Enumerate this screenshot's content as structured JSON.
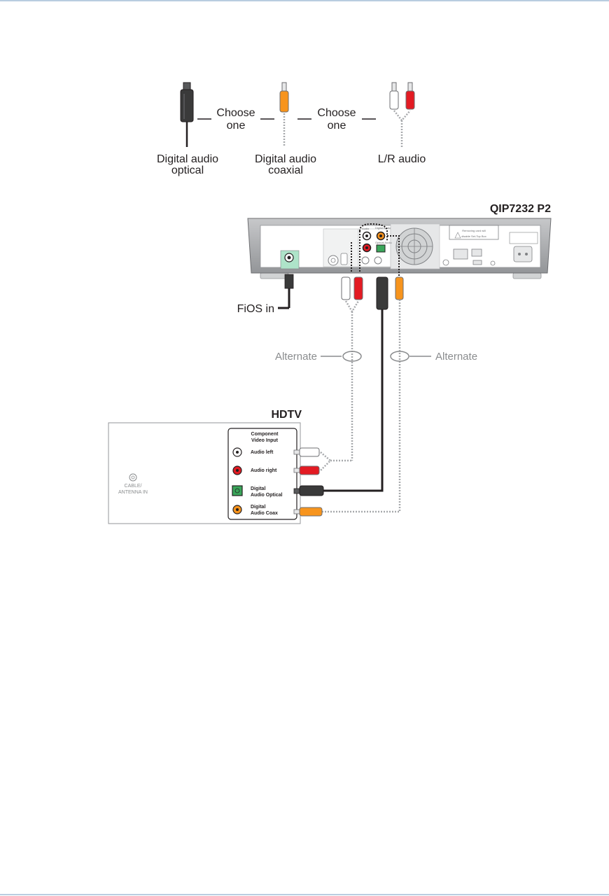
{
  "connectors": {
    "optical": {
      "label_line1": "Digital audio",
      "label_line2": "optical"
    },
    "coaxial": {
      "label_line1": "Digital audio",
      "label_line2": "coaxial"
    },
    "lr": {
      "label": "L/R audio"
    },
    "choose_1": {
      "line1": "Choose",
      "line2": "one"
    },
    "choose_2": {
      "line1": "Choose",
      "line2": "one"
    }
  },
  "set_top_box": {
    "model": "QIP7232 P2",
    "fios_label": "FiOS in",
    "warning_line1": "Removing card will",
    "warning_line2": "disable Set-Top Box",
    "port_labels": [
      "Audio",
      "Digital Audio",
      "Optical Audio"
    ]
  },
  "cables": {
    "alternate_left": "Alternate",
    "alternate_right": "Alternate"
  },
  "tv": {
    "title": "HDTV",
    "panel_title_line1": "Component",
    "panel_title_line2": "Video Input",
    "antenna_line1": "CABLE/",
    "antenna_line2": "ANTENNA IN",
    "inputs": [
      {
        "line1": "Audio left",
        "line2": ""
      },
      {
        "line1": "Audio right",
        "line2": ""
      },
      {
        "line1": "Digital",
        "line2": "Audio Optical"
      },
      {
        "line1": "Digital",
        "line2": "Audio Coax"
      }
    ]
  },
  "colors": {
    "optical_plug": "#3a3a3a",
    "coax_plug": "#f7941d",
    "left_audio_plug": "#ffffff",
    "right_audio_plug": "#e31b23",
    "optical_port": "#3aa65a",
    "box_body": "#a7a9ac",
    "dashed_cable": "#a7a9ac",
    "rule": "#b9cde0"
  }
}
